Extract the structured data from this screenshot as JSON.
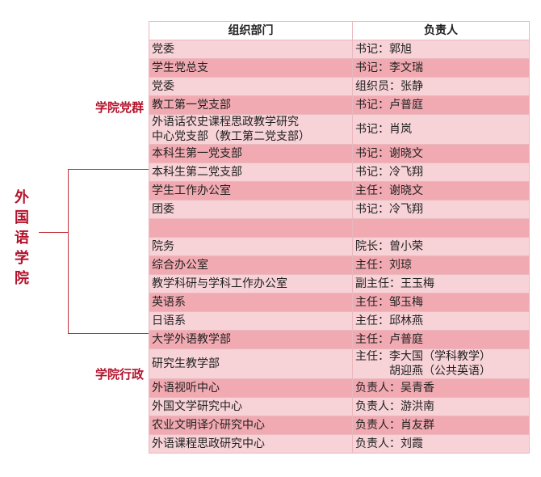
{
  "college": "外国语学院",
  "groups": {
    "party": "学院党群",
    "admin": "学院行政"
  },
  "table": {
    "headers": [
      "组织部门",
      "负责人"
    ],
    "rows": [
      {
        "dept": "党委",
        "head": "书记：郭旭"
      },
      {
        "dept": "学生党总支",
        "head": "书记：李文瑞"
      },
      {
        "dept": "党委",
        "head": "组织员：张静"
      },
      {
        "dept": "教工第一党支部",
        "head": "书记：卢普庭"
      },
      {
        "dept_lines": [
          "外语话农史课程思政教学研究",
          "中心党支部（教工第二党支部）"
        ],
        "head": "书记：肖岚"
      },
      {
        "dept": "本科生第一党支部",
        "head": "书记：谢晓文"
      },
      {
        "dept": "本科生第二党支部",
        "head": "书记：冷飞翔"
      },
      {
        "dept": "学生工作办公室",
        "head": "主任：谢晓文"
      },
      {
        "dept": "团委",
        "head": "书记：冷飞翔"
      },
      {
        "dept": "",
        "head": ""
      },
      {
        "dept": "院务",
        "head": "院长：曾小荣"
      },
      {
        "dept": "综合办公室",
        "head": "主任：刘琼"
      },
      {
        "dept": "教学科研与学科工作办公室",
        "head": "副主任：王玉梅"
      },
      {
        "dept": "英语系",
        "head": "主任：邹玉梅"
      },
      {
        "dept": "日语系",
        "head": "主任：邱林燕"
      },
      {
        "dept": "大学外语教学部",
        "head": "主任：卢普庭"
      },
      {
        "dept": "研究生教学部",
        "head_lines": [
          "主任：李大国（学科教学）",
          "胡迎燕（公共英语）"
        ]
      },
      {
        "dept": "外语视听中心",
        "head": "负责人：吴青香"
      },
      {
        "dept": "外国文学研究中心",
        "head": "负责人：游洪南"
      },
      {
        "dept": "农业文明译介研究中心",
        "head": "负责人：肖友群"
      },
      {
        "dept": "外语课程思政研究中心",
        "head": "负责人：刘霞"
      }
    ]
  }
}
